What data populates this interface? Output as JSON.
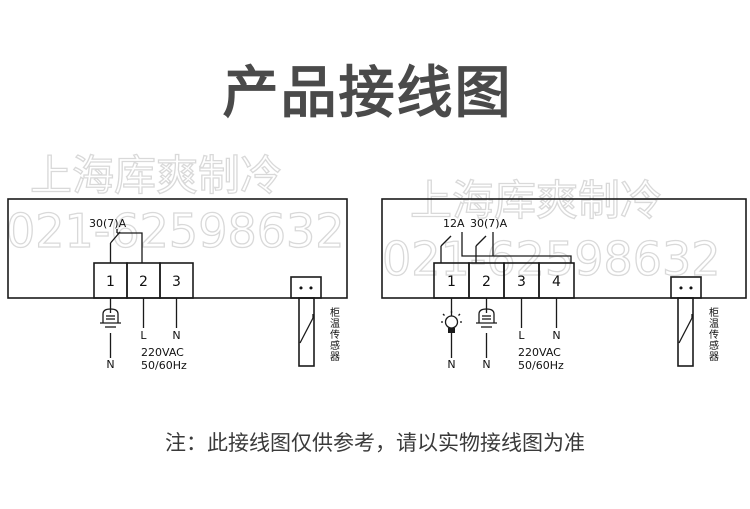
{
  "title": "产品接线图",
  "footnote": "注：此接线图仅供参考，请以实物接线图为准",
  "watermark": {
    "line1": "上海库爽制冷",
    "line2": "021-62598632",
    "color": "#d9d9d9"
  },
  "left_diagram": {
    "relay_rating": "30(7)A",
    "terminals": [
      "1",
      "2",
      "3"
    ],
    "wire_labels": [
      "N",
      "L",
      "N"
    ],
    "supply_voltage": "220VAC",
    "supply_freq": "50/60Hz",
    "sensor_label": "柜温传感器",
    "sensor_dots": "• •"
  },
  "right_diagram": {
    "lamp_rating": "12A",
    "relay_rating": "30(7)A",
    "terminals": [
      "1",
      "2",
      "3",
      "4"
    ],
    "wire_labels": [
      "N",
      "N",
      "L",
      "N"
    ],
    "supply_voltage": "220VAC",
    "supply_freq": "50/60Hz",
    "sensor_label": "柜温传感器",
    "sensor_dots": "• •"
  }
}
